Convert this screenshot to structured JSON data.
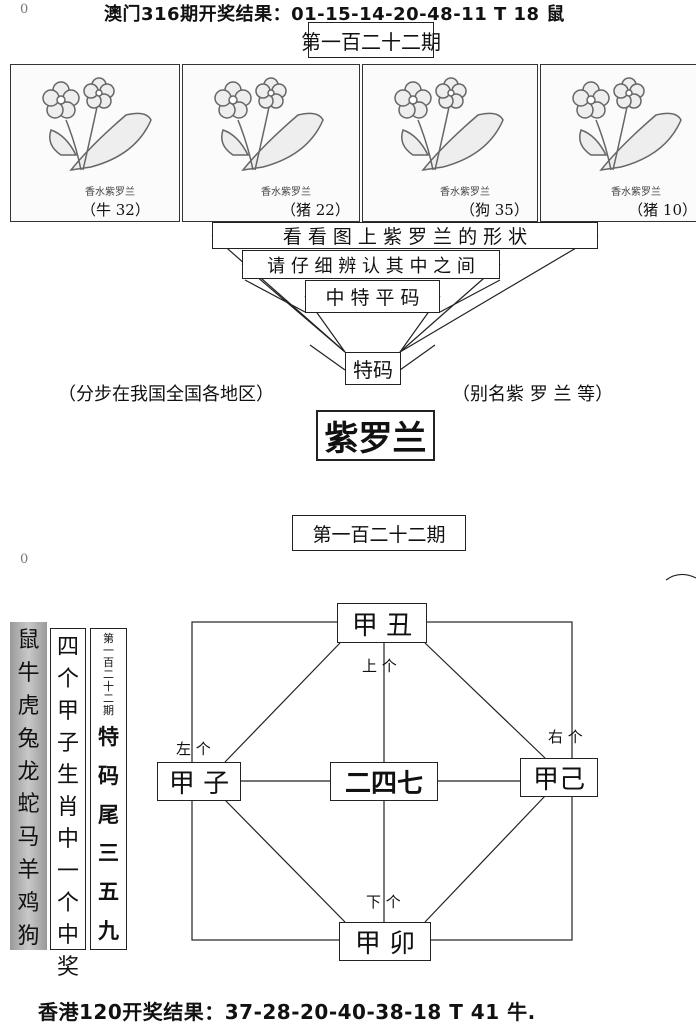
{
  "header": {
    "corner_mark": "0",
    "result_line": "澳门316期开奖结果：01-15-14-20-48-11 T 18 鼠",
    "period": "第一百二十二期"
  },
  "panels": [
    {
      "caption": "香水紫罗兰",
      "label": "（牛 32）"
    },
    {
      "caption": "香水紫罗兰",
      "label": "（猪 22）"
    },
    {
      "caption": "香水紫罗兰",
      "label": "（狗 35）"
    },
    {
      "caption": "香水紫罗兰",
      "label": "（猪 10）"
    }
  ],
  "riddle": {
    "line1": "看 看 图 上 紫 罗 兰 的 形 状",
    "line2": "请 仔 细 辨 认 其 中 之 间",
    "line3": "中 特 平 码",
    "special": "特码",
    "left_note": "（分步在我国全国各地区）",
    "right_note": "（别名紫  罗  兰  等）",
    "answer": "紫罗兰"
  },
  "second": {
    "period": "第一百二十二期",
    "corner_mark": "0"
  },
  "columns": {
    "zodiacs": [
      "鼠",
      "牛",
      "虎",
      "兔",
      "龙",
      "蛇",
      "马",
      "羊",
      "鸡",
      "狗"
    ],
    "hint": [
      "四",
      "个",
      "甲",
      "子",
      "生",
      "肖",
      "中",
      "一",
      "个",
      "中",
      "奖"
    ],
    "period_small": [
      "第",
      "一",
      "百",
      "二",
      "十",
      "二",
      "期"
    ],
    "tail": [
      "特",
      "码",
      "尾",
      "三",
      "五",
      "九"
    ]
  },
  "diagram": {
    "top": "甲 丑",
    "left": "甲 子",
    "center": "二四七",
    "right": "甲己",
    "bottom": "甲 卯",
    "top_hint": "上  个",
    "left_hint": "左 个",
    "right_hint": "右 个",
    "bottom_hint": "下   个"
  },
  "footer": {
    "result_line": "香港120开奖结果：37-28-20-40-38-18 T 41 牛."
  }
}
